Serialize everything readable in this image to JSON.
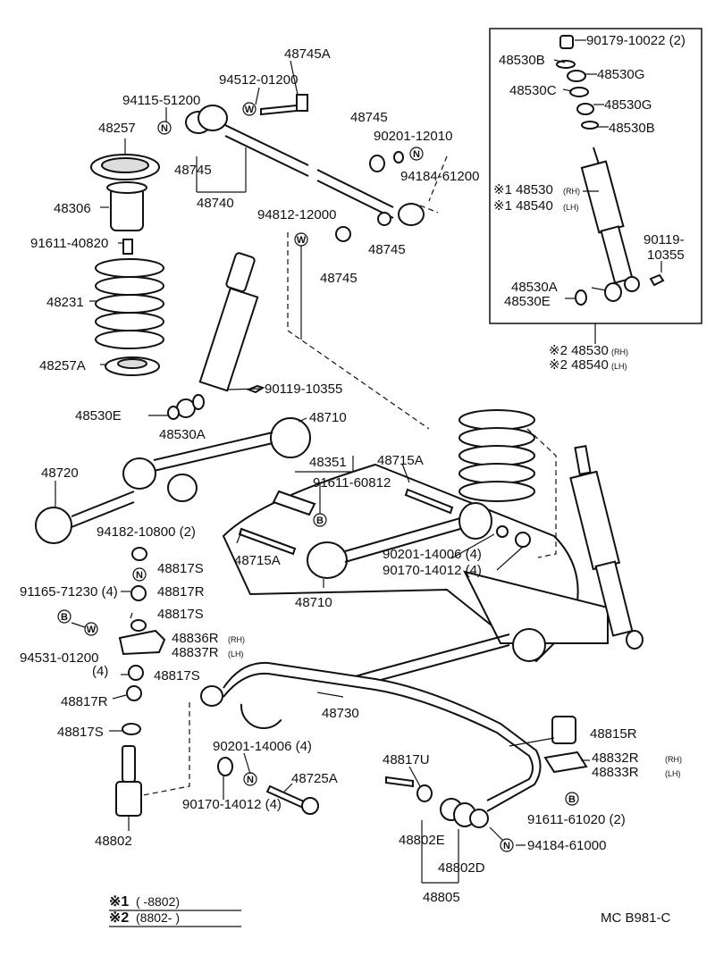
{
  "inset": {
    "labels": [
      {
        "id": "i1",
        "text": "90179-10022 (2)"
      },
      {
        "id": "i2",
        "text": "48530B"
      },
      {
        "id": "i3",
        "text": "48530G"
      },
      {
        "id": "i4",
        "text": "48530C"
      },
      {
        "id": "i5",
        "text": "48530G"
      },
      {
        "id": "i6",
        "text": "48530B"
      },
      {
        "id": "i7",
        "text": "※1 48530"
      },
      {
        "id": "i8",
        "text": "※1 48540"
      },
      {
        "id": "i9",
        "text": "90119-"
      },
      {
        "id": "i10",
        "text": "10355"
      },
      {
        "id": "i11",
        "text": "48530A"
      },
      {
        "id": "i12",
        "text": "48530E"
      }
    ],
    "rh": "(RH)",
    "lh": "(LH)"
  },
  "below_inset": {
    "line1": "※2 48530",
    "line2": "※2 48540",
    "rh": "(RH)",
    "lh": "(LH)"
  },
  "labels": [
    {
      "id": "a1",
      "text": "48745A"
    },
    {
      "id": "a2",
      "text": "94512-01200"
    },
    {
      "id": "a3",
      "text": "94115-51200"
    },
    {
      "id": "a4",
      "text": "48257"
    },
    {
      "id": "a5",
      "text": "48745"
    },
    {
      "id": "a6",
      "text": "48740"
    },
    {
      "id": "a7",
      "text": "48306"
    },
    {
      "id": "a8",
      "text": "91611-40820"
    },
    {
      "id": "a9",
      "text": "48745"
    },
    {
      "id": "a10",
      "text": "90201-12010"
    },
    {
      "id": "a11",
      "text": "94184-61200"
    },
    {
      "id": "a12",
      "text": "94812-12000"
    },
    {
      "id": "a13",
      "text": "48745"
    },
    {
      "id": "a14",
      "text": "48745"
    },
    {
      "id": "a15",
      "text": "48231"
    },
    {
      "id": "a16",
      "text": "48257A"
    },
    {
      "id": "a17",
      "text": "90119-10355"
    },
    {
      "id": "a18",
      "text": "48530E"
    },
    {
      "id": "a19",
      "text": "48530A"
    },
    {
      "id": "a20",
      "text": "48710"
    },
    {
      "id": "a21",
      "text": "48720"
    },
    {
      "id": "a22",
      "text": "48351"
    },
    {
      "id": "a23",
      "text": "48715A"
    },
    {
      "id": "a24",
      "text": "91611-60812"
    },
    {
      "id": "a25",
      "text": "94182-10800 (2)"
    },
    {
      "id": "a26",
      "text": "48715A"
    },
    {
      "id": "a27",
      "text": "90201-14006 (4)"
    },
    {
      "id": "a28",
      "text": "90170-14012 (4)"
    },
    {
      "id": "a29",
      "text": "48817S"
    },
    {
      "id": "a30",
      "text": "91165-71230 (4)"
    },
    {
      "id": "a31",
      "text": "48817R"
    },
    {
      "id": "a32",
      "text": "48817S"
    },
    {
      "id": "a33",
      "text": "48710"
    },
    {
      "id": "a34",
      "text": "48836R"
    },
    {
      "id": "a35",
      "text": "48837R"
    },
    {
      "id": "a36",
      "text": "94531-01200"
    },
    {
      "id": "a37",
      "text": "(4)"
    },
    {
      "id": "a38",
      "text": "48817S"
    },
    {
      "id": "a39",
      "text": "48817R"
    },
    {
      "id": "a40",
      "text": "48730"
    },
    {
      "id": "a41",
      "text": "48817S"
    },
    {
      "id": "a42",
      "text": "48815R"
    },
    {
      "id": "a43",
      "text": "90201-14006 (4)"
    },
    {
      "id": "a44",
      "text": "48832R"
    },
    {
      "id": "a45",
      "text": "48833R"
    },
    {
      "id": "a46",
      "text": "48817U"
    },
    {
      "id": "a47",
      "text": "48725A"
    },
    {
      "id": "a48",
      "text": "90170-14012 (4)"
    },
    {
      "id": "a49",
      "text": "91611-61020 (2)"
    },
    {
      "id": "a50",
      "text": "48802E"
    },
    {
      "id": "a51",
      "text": "94184-61000"
    },
    {
      "id": "a52",
      "text": "48802"
    },
    {
      "id": "a53",
      "text": "48802D"
    },
    {
      "id": "a54",
      "text": "48805"
    }
  ],
  "suffix": {
    "rh": "(RH)",
    "lh": "(LH)"
  },
  "circle_codes": {
    "n": "N",
    "w": "W",
    "b": "B"
  },
  "notes": {
    "n1_mark": "※1",
    "n1_text": "(     -8802)",
    "n2_mark": "※2",
    "n2_text": "(8802-        )"
  },
  "diagram_code": "MC B981-C"
}
